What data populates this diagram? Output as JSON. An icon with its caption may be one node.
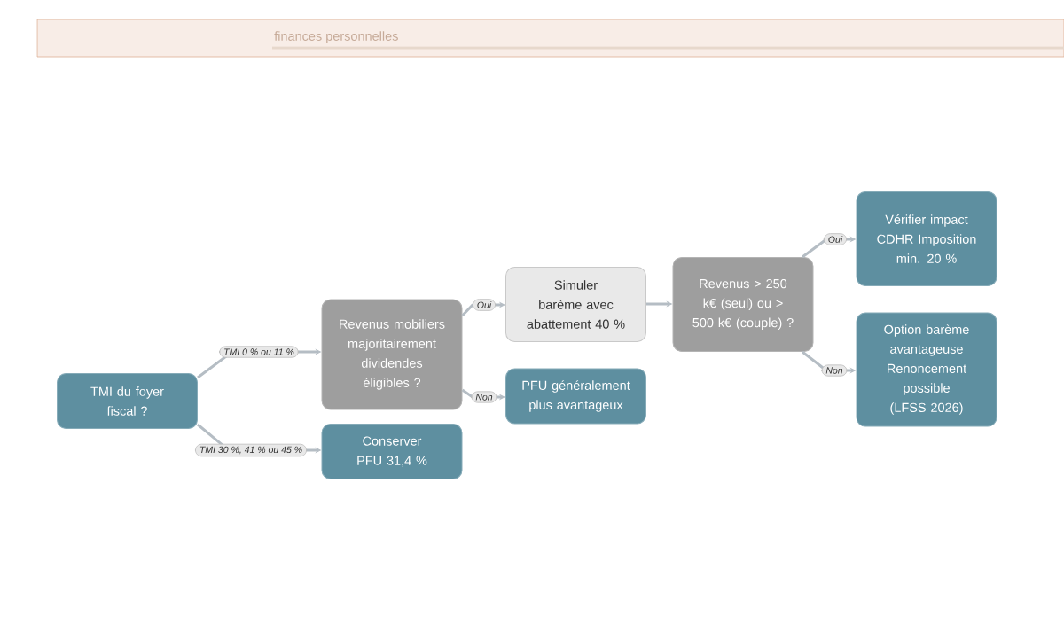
{
  "diagram": {
    "nodes": [
      {
        "text": [
          "TMI du foyer fiscal ?"
        ]
      },
      {
        "text": [
          "Revenus mobiliers majoritairement dividendes éligibles ?"
        ]
      },
      {
        "text": [
          "Conserver PFU 31,4 %"
        ]
      },
      {
        "text": [
          "Simuler barème avec abattement 40 %"
        ]
      },
      {
        "text": [
          "PFU généralement plus avantageux"
        ]
      },
      {
        "text": [
          "Revenus > 250 k€ (seul) ou > 500 k€ (couple) ?"
        ]
      },
      {
        "text": [
          "Vérifier impact CDHR Imposition min. 20 %"
        ]
      },
      {
        "text": [
          "Option barème avantageuse Renoncement possible (LFSS 2026)"
        ]
      }
    ],
    "edges": [
      {
        "from": 0,
        "to": 1,
        "arrow": "to",
        "label": "TMI 0 % ou 11 %"
      },
      {
        "from": 0,
        "to": 2,
        "arrow": "to",
        "label": "TMI 30 %, 41 % ou 45 %"
      },
      {
        "from": 1,
        "to": 3,
        "arrow": "to",
        "label": "Oui"
      },
      {
        "from": 1,
        "to": 4,
        "arrow": "to",
        "label": "Non"
      },
      {
        "from": 3,
        "to": 5,
        "arrow": "to"
      },
      {
        "from": 5,
        "to": 6,
        "arrow": "to",
        "label": "Oui"
      },
      {
        "from": 5,
        "to": 7,
        "arrow": "to",
        "label": "Non"
      }
    ],
    "labels": [
      "finances personnelles"
    ]
  }
}
